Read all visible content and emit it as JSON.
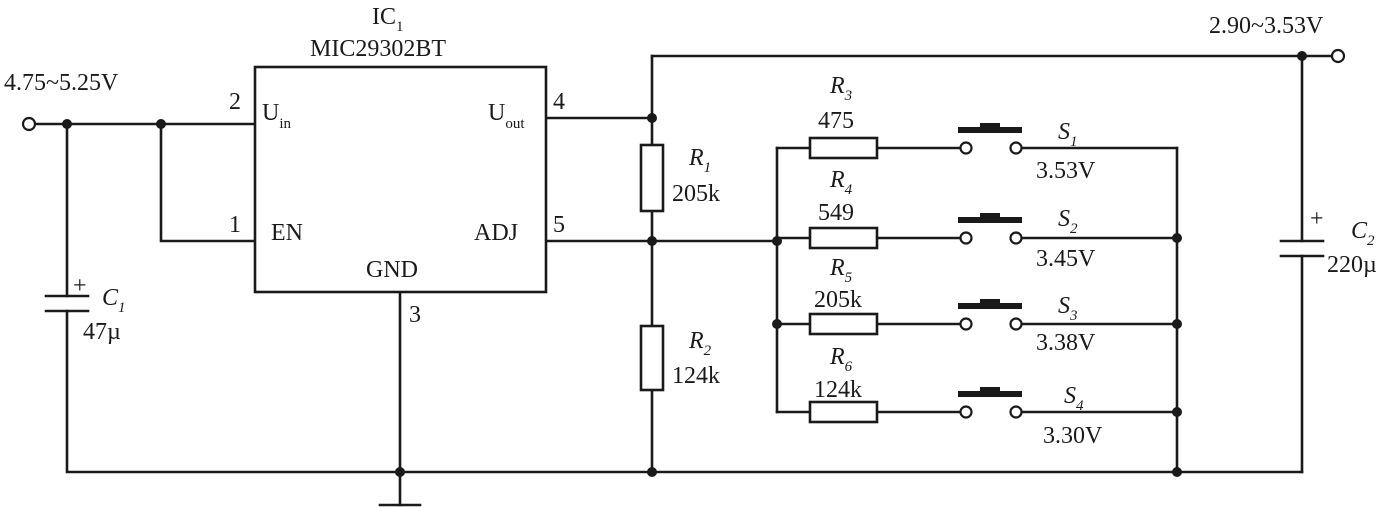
{
  "ic": {
    "name_main": "IC",
    "name_sub": "1",
    "part": "MIC29302BT",
    "pins": {
      "uin": {
        "main": "U",
        "sub": "in",
        "number": "2"
      },
      "en": {
        "label": "EN",
        "number": "1"
      },
      "uout": {
        "main": "U",
        "sub": "out",
        "number": "4"
      },
      "adj": {
        "label": "ADJ",
        "number": "5"
      },
      "gnd": {
        "label": "GND",
        "number": "3"
      }
    }
  },
  "input": {
    "voltage": "4.75~5.25V"
  },
  "output": {
    "voltage": "2.90~3.53V"
  },
  "capacitors": [
    {
      "main": "C",
      "sub": "1",
      "value": "47µ"
    },
    {
      "main": "C",
      "sub": "2",
      "value": "220µ"
    }
  ],
  "polarity_mark": "+",
  "divider": [
    {
      "main": "R",
      "sub": "1",
      "value": "205k"
    },
    {
      "main": "R",
      "sub": "2",
      "value": "124k"
    }
  ],
  "branches": [
    {
      "resistor": {
        "main": "R",
        "sub": "3",
        "value": "475"
      },
      "switch": {
        "main": "S",
        "sub": "1"
      },
      "setting": "3.53V"
    },
    {
      "resistor": {
        "main": "R",
        "sub": "4",
        "value": "549"
      },
      "switch": {
        "main": "S",
        "sub": "2"
      },
      "setting": "3.45V"
    },
    {
      "resistor": {
        "main": "R",
        "sub": "5",
        "value": "205k"
      },
      "switch": {
        "main": "S",
        "sub": "3"
      },
      "setting": "3.38V"
    },
    {
      "resistor": {
        "main": "R",
        "sub": "6",
        "value": "124k"
      },
      "switch": {
        "main": "S",
        "sub": "4"
      },
      "setting": "3.30V"
    }
  ]
}
